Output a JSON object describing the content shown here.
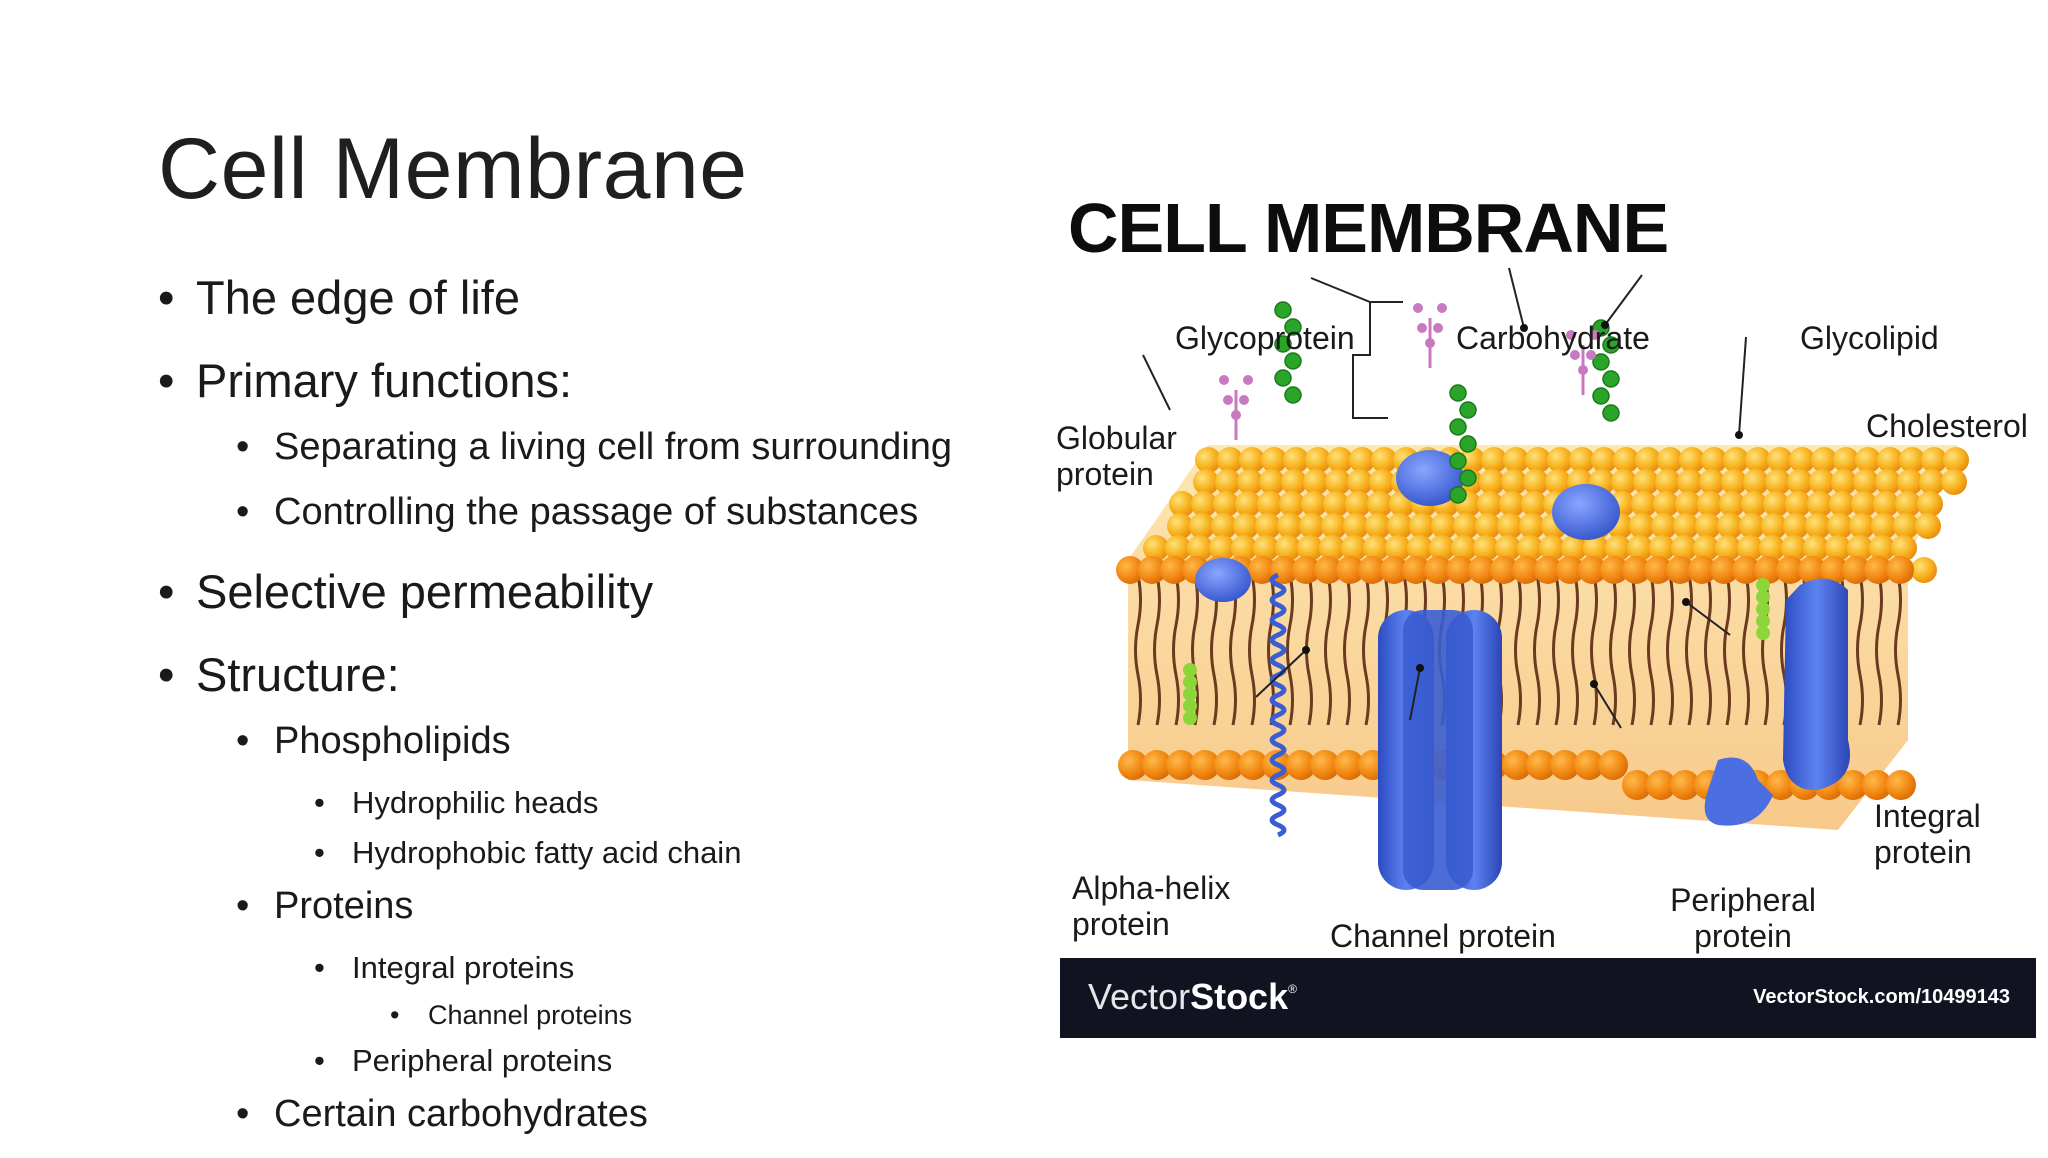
{
  "slide": {
    "title": "Cell Membrane",
    "bullets": {
      "edge": "The edge of life",
      "primary": "Primary functions:",
      "separating": "Separating a living cell from surrounding",
      "controlling": "Controlling the passage of substances",
      "selective": "Selective permeability",
      "structure": "Structure:",
      "phospholipids": "Phospholipids",
      "hydrophilic": "Hydrophilic heads",
      "hydrophobic": "Hydrophobic fatty acid chain",
      "proteins": "Proteins",
      "integral": "Integral proteins",
      "channel": "Channel proteins",
      "peripheral": "Peripheral proteins",
      "carbohydrates": "Certain carbohydrates"
    }
  },
  "figure": {
    "title": "CELL MEMBRANE",
    "labels": {
      "glycoprotein": "Glycoprotein",
      "carbohydrate": "Carbohydrate",
      "glycolipid": "Glycolipid",
      "cholesterol": "Cholesterol",
      "globular_line1": "Globular",
      "globular_line2": "protein",
      "alpha_line1": "Alpha-helix",
      "alpha_line2": "protein",
      "channel_protein": "Channel protein",
      "peripheral_line1": "Peripheral",
      "peripheral_line2": "protein",
      "integral_line1": "Integral",
      "integral_line2": "protein"
    },
    "footer": {
      "brand_light": "Vector",
      "brand_bold": "Stock",
      "brand_mark": "®",
      "credit": "VectorStock.com/10499143"
    },
    "colors": {
      "head_top": "#f7b21e",
      "head_edge": "#f08a12",
      "tail": "#6b3a1f",
      "protein": "#3f63d6",
      "glyco_chain": "#2aa52a",
      "carbohydrate": "#c879c0",
      "cholesterol": "#8dd63a",
      "footer_bg": "#111321"
    }
  }
}
